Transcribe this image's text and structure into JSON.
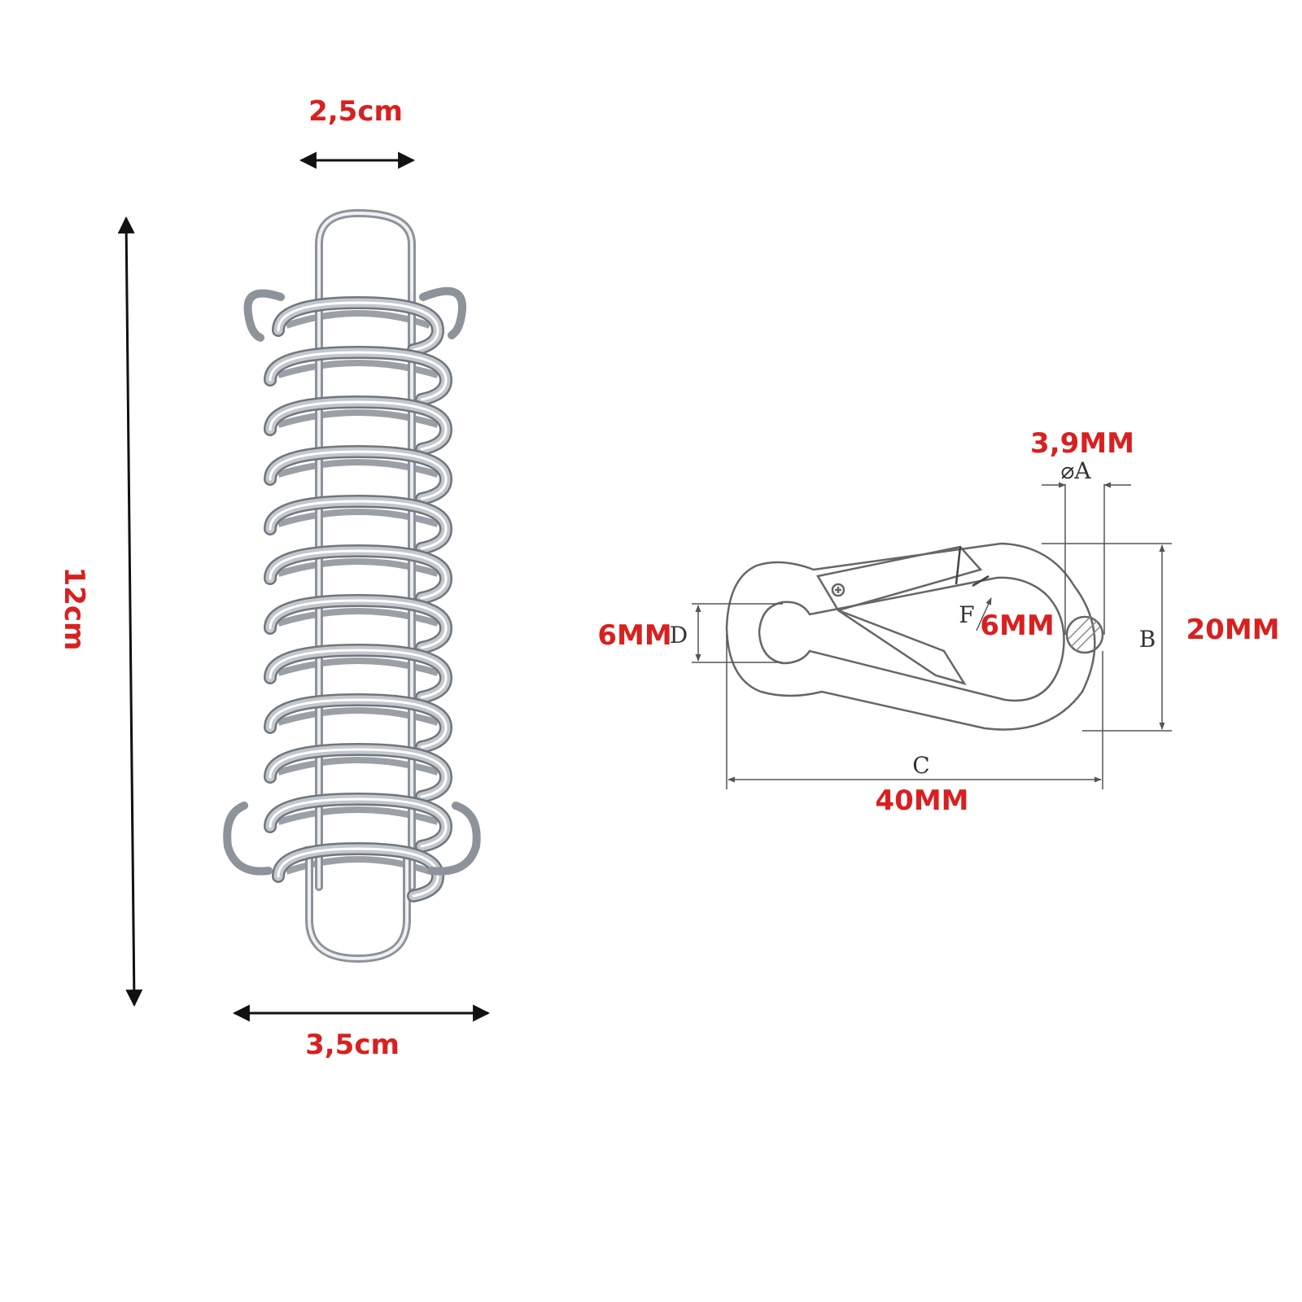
{
  "spring": {
    "width_top": "2,5cm",
    "height": "12cm",
    "width_bottom": "3,5cm"
  },
  "carabiner": {
    "a_value": "3,9MM",
    "a_symbol": "A",
    "b_value": "20MM",
    "b_letter": "B",
    "c_value": "40MM",
    "c_letter": "C",
    "d_value": "6MM",
    "d_letter": "D",
    "f_value": "6MM",
    "f_letter": "F"
  },
  "colors": {
    "label": "#d92020",
    "line": "#111111",
    "metal": "#b9bec4"
  }
}
